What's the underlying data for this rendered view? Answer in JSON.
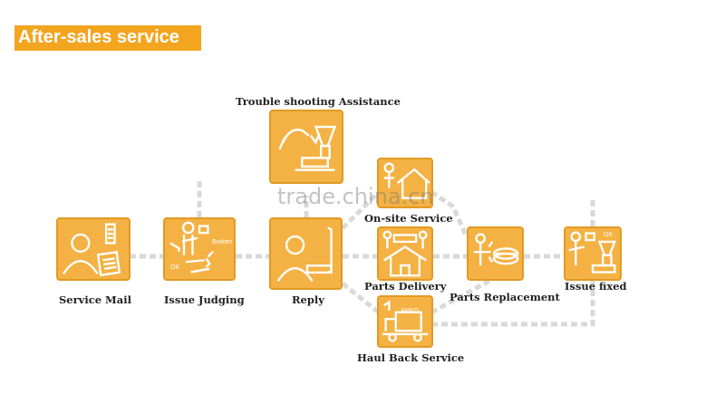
{
  "title": "After-sales service",
  "watermark": "trade.china.cn",
  "nodes": {
    "service_mail": "Service Mail",
    "issue_judging": "Issue Judging",
    "reply": "Reply",
    "trouble_shooting": "Trouble shooting Assistance",
    "onsite_service": "On-site Service",
    "parts_delivery": "Parts Delivery",
    "haul_back": "Haul Back Service",
    "parts_replacement": "Parts Replacement",
    "issue_fixed": "Issue fixed"
  },
  "icon_text": {
    "ok_left": "OK",
    "broken": "Broken",
    "ok_right": "OK",
    "truck_brand": "ANKO"
  },
  "colors": {
    "box_fill": "#f4b244",
    "box_border": "#e29a24",
    "title_bg": "#f3a51f",
    "connector": "#d9d9d9"
  },
  "icons": [
    "person-envelope-phone-icon",
    "person-broken-part-icon",
    "person-phone-icon",
    "robot-arm-funnel-icon",
    "person-house-icon",
    "house-people-icon",
    "truck-icon",
    "hand-parts-icon",
    "person-machine-ok-icon"
  ]
}
